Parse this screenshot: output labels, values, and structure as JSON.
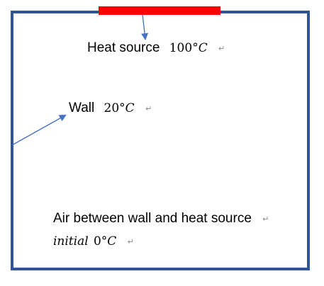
{
  "heat_source": {
    "text": "Heat source",
    "value": "100",
    "unit": "°C",
    "color": "#ff0000"
  },
  "wall": {
    "text": "Wall",
    "value": "20",
    "unit": "°C",
    "color": "#2f5597"
  },
  "air": {
    "text": "Air between wall and heat source",
    "initial_word": "initial",
    "value": "0",
    "unit": "°C"
  },
  "paragraph_mark": "↵",
  "arrow_color": "#4472c4"
}
